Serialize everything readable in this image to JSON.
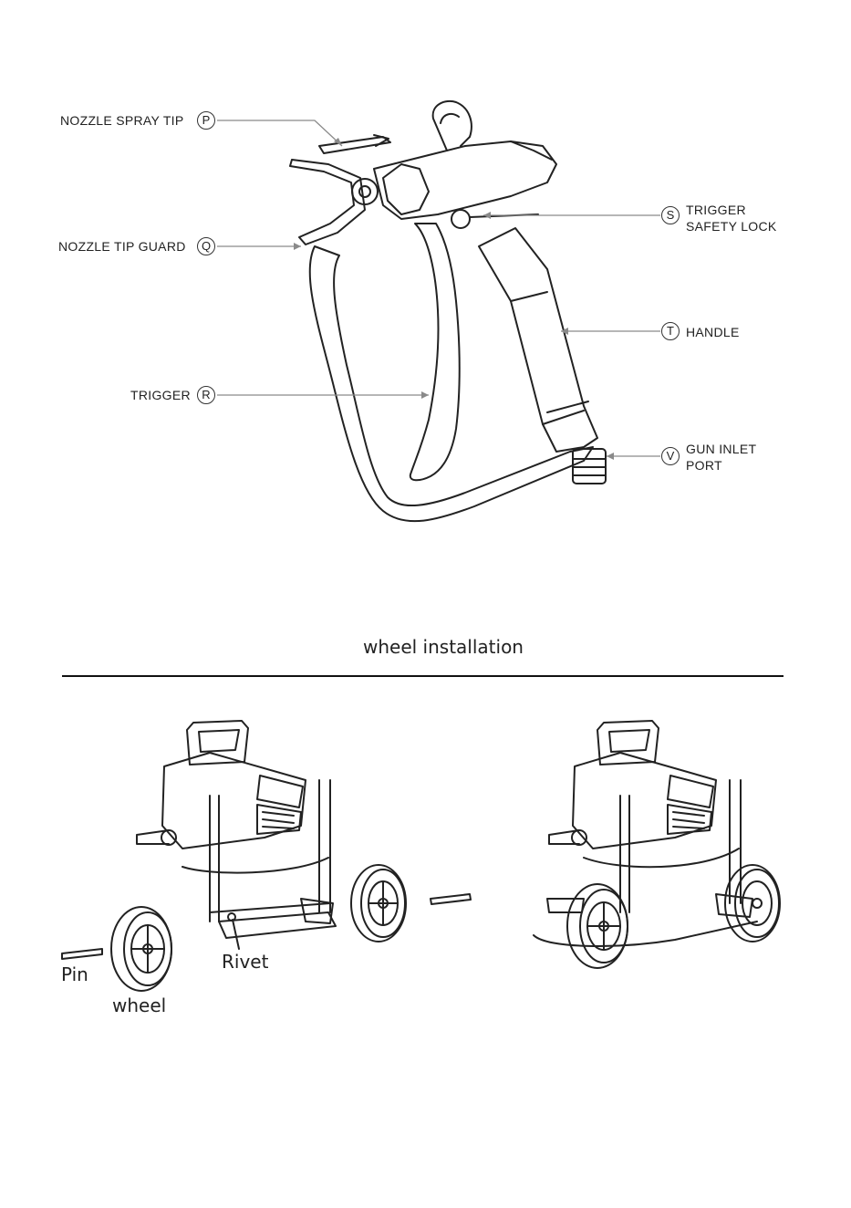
{
  "gun_labels": {
    "P": {
      "letter": "P",
      "text": "NOZZLE SPRAY TIP"
    },
    "Q": {
      "letter": "Q",
      "text": "NOZZLE TIP GUARD"
    },
    "R": {
      "letter": "R",
      "text": "TRIGGER"
    },
    "S": {
      "letter": "S",
      "line1": "TRIGGER",
      "line2": "SAFETY LOCK"
    },
    "T": {
      "letter": "T",
      "text": "HANDLE"
    },
    "V": {
      "letter": "V",
      "line1": "GUN INLET",
      "line2": "PORT"
    }
  },
  "section": {
    "title": "wheel installation"
  },
  "wheel_labels": {
    "pin": "Pin",
    "rivet": "Rivet",
    "wheel": "wheel"
  },
  "colors": {
    "line": "#222222",
    "leader": "#8a8a8a",
    "background": "#ffffff"
  }
}
